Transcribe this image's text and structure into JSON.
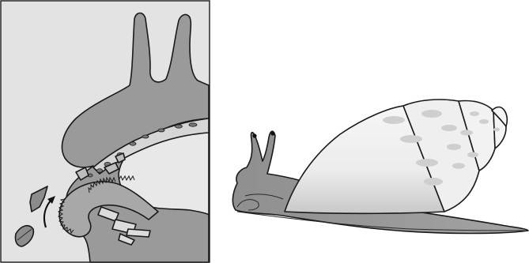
{
  "figure": {
    "panels": [
      {
        "id": "panel-left",
        "subject": "snail-head-cross-section-radula"
      },
      {
        "id": "panel-right",
        "subject": "whole-snail-side-view"
      }
    ],
    "colors": {
      "paper": "#ffffff",
      "panel_bg": "#e3e3e3",
      "body": "#9c9c9c",
      "body_dark": "#8a8a8a",
      "shell": "#ececec",
      "ink": "#1a1a1a"
    }
  }
}
